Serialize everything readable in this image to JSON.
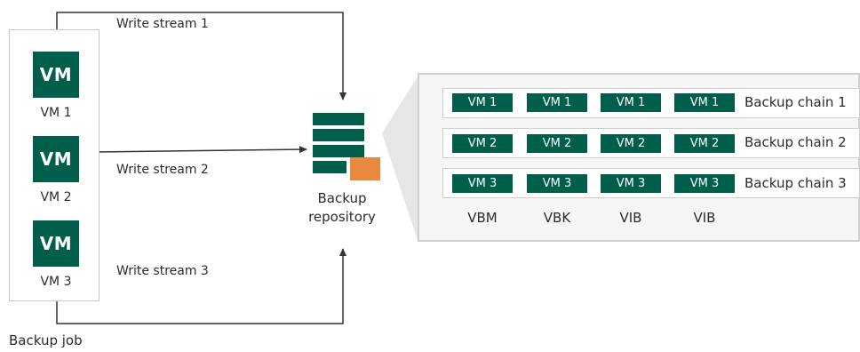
{
  "backup_job": {
    "label": "Backup job",
    "vms": [
      {
        "icon_text": "VM",
        "label": "VM 1"
      },
      {
        "icon_text": "VM",
        "label": "VM 2"
      },
      {
        "icon_text": "VM",
        "label": "VM 3"
      }
    ]
  },
  "streams": [
    {
      "label": "Write stream 1"
    },
    {
      "label": "Write stream 2"
    },
    {
      "label": "Write stream 3"
    }
  ],
  "repository": {
    "label_line1": "Backup",
    "label_line2": "repository",
    "icon": "backup-repository-icon"
  },
  "chains": [
    {
      "label": "Backup chain 1",
      "items": [
        "VM 1",
        "VM 1",
        "VM 1",
        "VM 1"
      ]
    },
    {
      "label": "Backup chain 2",
      "items": [
        "VM 2",
        "VM 2",
        "VM 2",
        "VM 2"
      ]
    },
    {
      "label": "Backup chain 3",
      "items": [
        "VM 3",
        "VM 3",
        "VM 3",
        "VM 3"
      ]
    }
  ],
  "file_types": [
    "VBM",
    "VBK",
    "VIB",
    "VIB"
  ],
  "colors": {
    "vm_green": "#005f4b",
    "accent_orange": "#e9883f",
    "panel_bg": "#f6f6f6",
    "border_gray": "#cfcfcf",
    "line": "#333333"
  }
}
